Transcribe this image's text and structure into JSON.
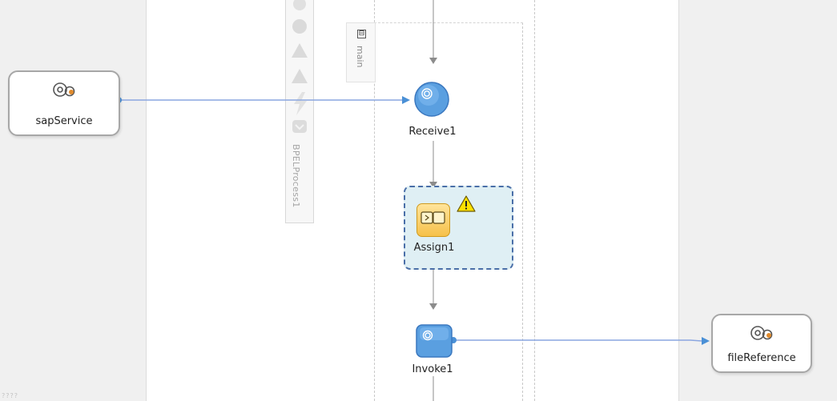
{
  "partner_links": {
    "exposed_service": {
      "label": "sapService",
      "icon": "gear-icon"
    },
    "external_reference": {
      "label": "fileReference",
      "icon": "gear-icon"
    }
  },
  "process": {
    "name": "BPELProcess1",
    "scope_label": "main",
    "collapse_glyph": "⊟",
    "activities": [
      {
        "label": "Receive1",
        "icon": "receive-gear-icon"
      },
      {
        "label": "Assign1",
        "icon": "assign-icon",
        "warning": true
      },
      {
        "label": "Invoke1",
        "icon": "invoke-gear-icon"
      }
    ]
  },
  "status_text": "????",
  "colors": {
    "wire": "#8aa6e0",
    "activity_blue": "#4a90d6",
    "assign_fill": "#dfeff4",
    "assign_border": "#4a6fa8",
    "warning_yellow": "#ffe100"
  }
}
